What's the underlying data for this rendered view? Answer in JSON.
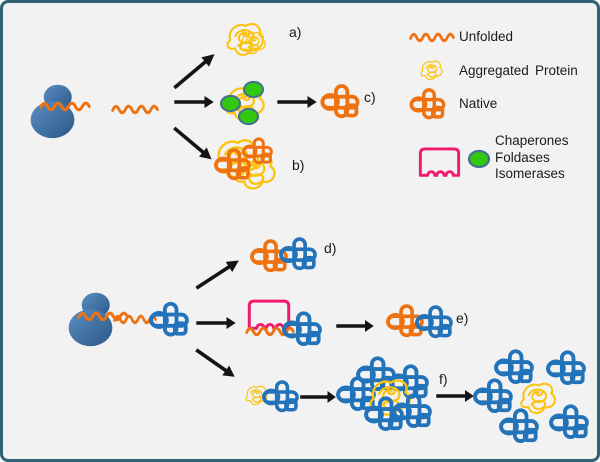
{
  "colors": {
    "orange": "#ee7211",
    "yellow": "#fcc30f",
    "blue": "#2273b9",
    "pink": "#f01a6e",
    "green": "#32c80e",
    "green_border": "#44708f",
    "arrow": "#141414",
    "text": "#1a1a1a",
    "border": "#2f6272",
    "background": "#f2f2f2",
    "ribosome_light": "#5b8ec4",
    "ribosome_dark": "#2b5886"
  },
  "pathway_labels": {
    "a": "a)",
    "b": "b)",
    "c": "c)",
    "d": "d)",
    "e": "e)",
    "f": "f)"
  },
  "legend": {
    "unfolded": "Unfolded",
    "aggregated": "Aggregated",
    "protein": "Protein",
    "native": "Native",
    "chaperones": "Chaperones",
    "foldases": "Foldases",
    "isomerases": "Isomerases"
  }
}
